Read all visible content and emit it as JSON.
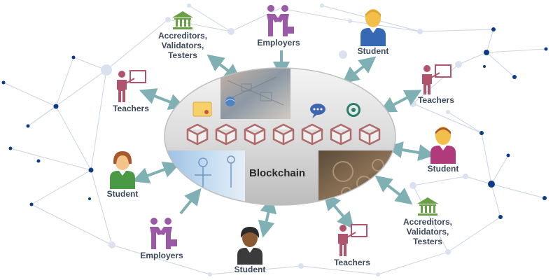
{
  "colors": {
    "arrow": "#7fb0b3",
    "network_line": "#c9d4e2",
    "network_node": "#0e3a8a",
    "teacher": "#b0536c",
    "employer": "#9a5aa5",
    "institution": "#67a144",
    "student_yellow": "#f2c048",
    "student_blue": "#3569b4",
    "student_green": "#4a9a45",
    "student_magenta": "#b03a7c",
    "student_dark": "#3b3b3b",
    "cube": "#b06b6b"
  },
  "hub": {
    "label": "Blockchain",
    "cube_count": 7
  },
  "actors": [
    {
      "id": "accreditors-top",
      "kind": "institution",
      "lines": [
        "Accreditors,",
        "Validators,",
        "Testers"
      ]
    },
    {
      "id": "employers-top",
      "kind": "employer",
      "lines": [
        "Employers"
      ]
    },
    {
      "id": "student-top",
      "kind": "student",
      "color": "student_blue",
      "lines": [
        "Student"
      ]
    },
    {
      "id": "teachers-left",
      "kind": "teacher",
      "lines": [
        "Teachers"
      ]
    },
    {
      "id": "teachers-right",
      "kind": "teacher",
      "lines": [
        "Teachers"
      ]
    },
    {
      "id": "student-right",
      "kind": "student",
      "color": "student_magenta",
      "lines": [
        "Student"
      ]
    },
    {
      "id": "student-left",
      "kind": "student",
      "color": "student_green",
      "lines": [
        "Student"
      ]
    },
    {
      "id": "accreditors-right",
      "kind": "institution",
      "lines": [
        "Accreditors,",
        "Validators,",
        "Testers"
      ]
    },
    {
      "id": "employers-bottom",
      "kind": "employer",
      "lines": [
        "Employers"
      ]
    },
    {
      "id": "student-bottom",
      "kind": "student",
      "color": "student_dark",
      "lines": [
        "Student"
      ]
    },
    {
      "id": "teachers-bottom",
      "kind": "teacher",
      "lines": [
        "Teachers"
      ]
    }
  ]
}
